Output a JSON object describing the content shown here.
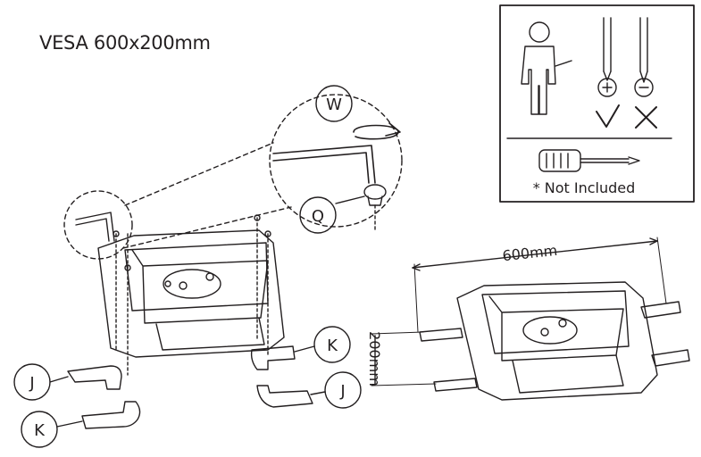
{
  "title": "VESA 600x200mm",
  "callouts": {
    "w": "W",
    "q": "Q",
    "j_top": "J",
    "k_bottom": "K",
    "k_right": "K",
    "j_right": "J"
  },
  "dimensions": {
    "width": "600mm",
    "height": "200mm"
  },
  "notice": {
    "not_included": "* Not Included"
  }
}
